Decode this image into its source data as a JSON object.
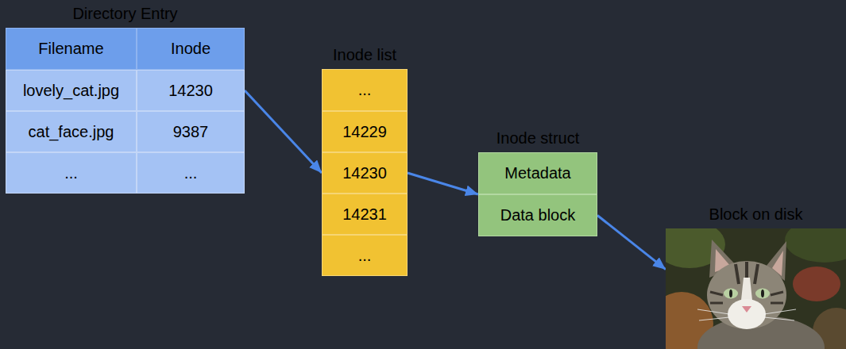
{
  "diagram": {
    "nodes": [
      {
        "text": [
          "Directory Entry"
        ]
      },
      {
        "text": [
          "Filename"
        ],
        "in": 0
      },
      {
        "text": [
          "Inode"
        ],
        "in": 0
      },
      {
        "text": [
          "lovely_cat.jpg"
        ],
        "in": 0
      },
      {
        "text": [
          "14230"
        ],
        "in": 0
      },
      {
        "text": [
          "cat_face.jpg"
        ],
        "in": 0
      },
      {
        "text": [
          "9387"
        ],
        "in": 0
      },
      {
        "text": [
          "..."
        ],
        "in": 0
      },
      {
        "text": [
          "..."
        ],
        "in": 0
      },
      {
        "text": [
          "Inode list"
        ]
      },
      {
        "text": [
          "..."
        ],
        "in": 9
      },
      {
        "text": [
          "14229"
        ],
        "in": 9
      },
      {
        "text": [
          "14230"
        ],
        "in": 9
      },
      {
        "text": [
          "14231"
        ],
        "in": 9
      },
      {
        "text": [
          "..."
        ],
        "in": 9
      },
      {
        "text": [
          "Inode struct"
        ]
      },
      {
        "text": [
          "Metadata"
        ],
        "in": 15
      },
      {
        "text": [
          "Data block"
        ],
        "in": 15
      },
      {
        "text": [
          "Block on disk"
        ]
      }
    ],
    "edges": [
      {
        "from": 4,
        "to": 12,
        "arrow": "to"
      },
      {
        "from": 12,
        "to": 15,
        "arrow": "to"
      },
      {
        "from": 17,
        "to": 18,
        "arrow": "to"
      }
    ]
  }
}
